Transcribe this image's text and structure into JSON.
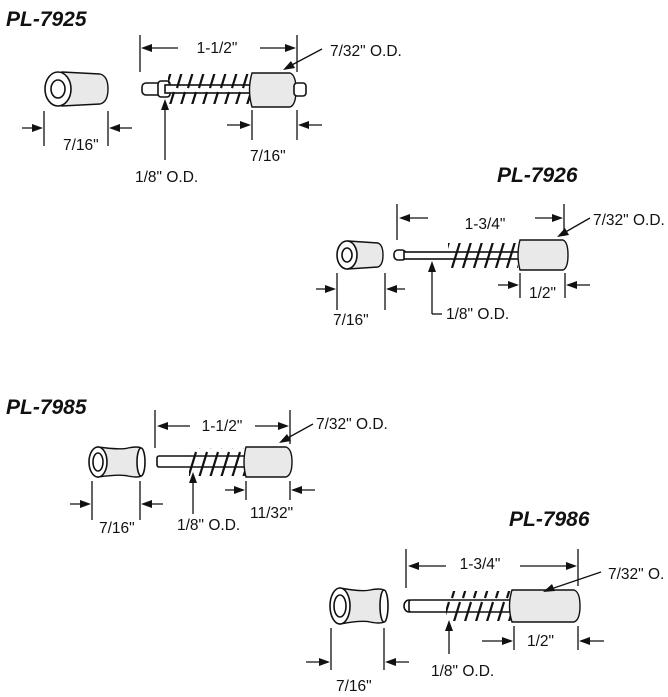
{
  "parts": [
    {
      "model": "PL-7925",
      "length": "1-1/2\"",
      "outer_od": "7/32\" O.D.",
      "inner_od": "1/8\" O.D.",
      "bushing_width": "7/16\"",
      "sleeve_width": "7/16\""
    },
    {
      "model": "PL-7926",
      "length": "1-3/4\"",
      "outer_od": "7/32\" O.D.",
      "inner_od": "1/8\" O.D.",
      "bushing_width": "7/16\"",
      "sleeve_width": "1/2\""
    },
    {
      "model": "PL-7985",
      "length": "1-1/2\"",
      "outer_od": "7/32\" O.D.",
      "inner_od": "1/8\" O.D.",
      "bushing_width": "7/16\"",
      "sleeve_width": "11/32\""
    },
    {
      "model": "PL-7986",
      "length": "1-3/4\"",
      "outer_od": "7/32\" O.",
      "inner_od": "1/8\" O.D.",
      "bushing_width": "7/16\"",
      "sleeve_width": "1/2\""
    }
  ]
}
